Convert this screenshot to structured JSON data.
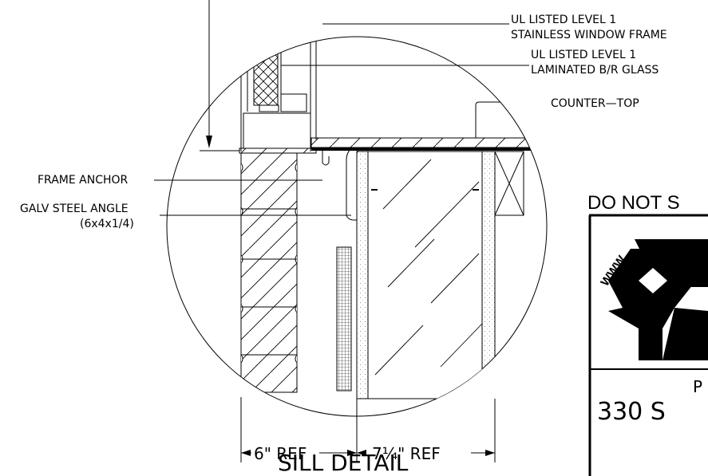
{
  "drawing": {
    "title": "SILL DETAIL",
    "labels": {
      "frame_label_line1": "UL LISTED LEVEL 1",
      "frame_label_line2": "STAINLESS WINDOW FRAME",
      "glass_label_line1": "UL LISTED LEVEL 1",
      "glass_label_line2": "LAMINATED B/R GLASS",
      "counter_top": "COUNTER—TOP",
      "frame_anchor": "FRAME ANCHOR",
      "angle_line1": "GALV STEEL ANGLE",
      "angle_line2": "(6x4x1/4)"
    },
    "dimensions": {
      "left": "6\" REF",
      "right": "7¼\" REF"
    }
  },
  "title_block": {
    "notice": "DO NOT S",
    "logo_text": "WWW.",
    "line1": "P",
    "line2": "330 S"
  },
  "colors": {
    "ink": "#000000",
    "background": "#ffffff"
  }
}
